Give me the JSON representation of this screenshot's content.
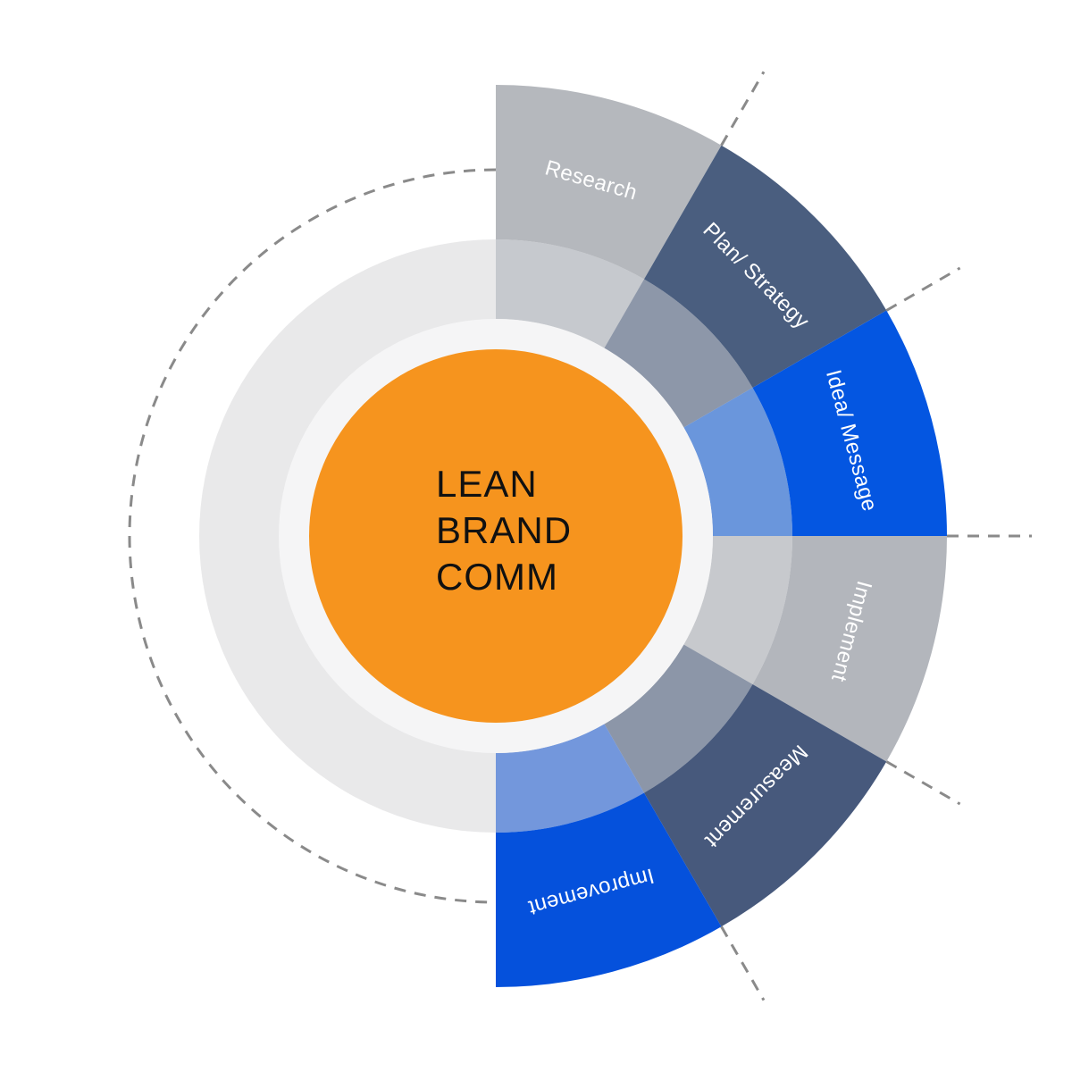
{
  "diagram": {
    "type": "circular-process-wheel",
    "center": {
      "lines": [
        "LEAN",
        "BRAND",
        "COMM"
      ]
    },
    "segments": [
      {
        "id": "research",
        "label": "Research",
        "color": "#B5B8BD",
        "tint": "#C6C9CE"
      },
      {
        "id": "plan-strategy",
        "label": "Plan/ Strategy",
        "color": "#4A5E7F",
        "tint": "#8D97A9"
      },
      {
        "id": "idea-message",
        "label": "Idea/ Message",
        "color": "#0456E1",
        "tint": "#6A96DC"
      },
      {
        "id": "implement",
        "label": "Implement",
        "color": "#B3B6BC",
        "tint": "#C7C9CD"
      },
      {
        "id": "measurement",
        "label": "Measurement",
        "color": "#47597C",
        "tint": "#8C96A8"
      },
      {
        "id": "improvement",
        "label": "Improvement",
        "color": "#0551DC",
        "tint": "#7397DC"
      }
    ],
    "colors": {
      "background": "#FFFFFF",
      "center_circle": "#F6941E",
      "center_ring": "#F5F5F6",
      "inner_disc": "#E9E9EA",
      "dashed_line": "#8A8A8A",
      "label_text": "#FFFFFF",
      "center_text": "#111111"
    }
  }
}
